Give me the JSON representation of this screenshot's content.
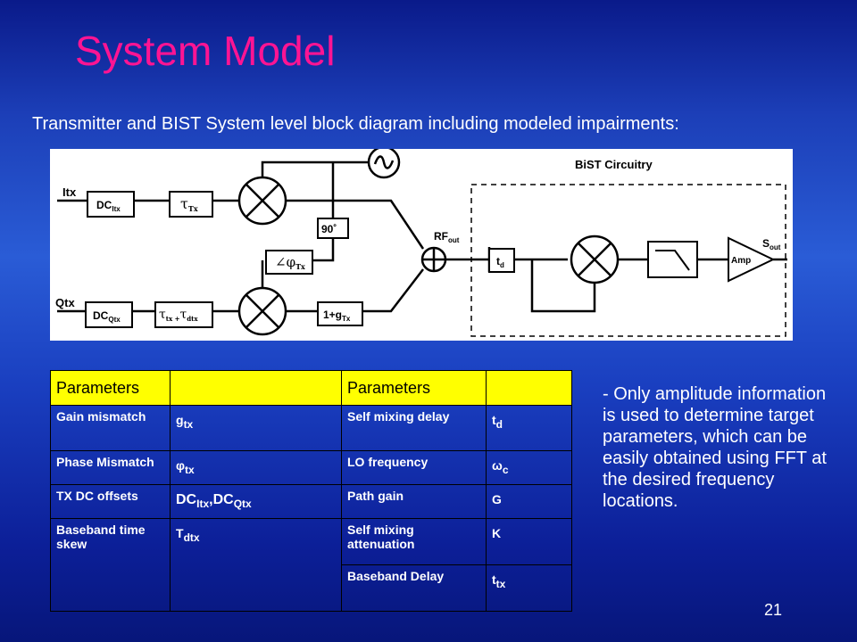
{
  "slide": {
    "title": "System Model",
    "subtitle": "Transmitter and BIST System level block diagram including modeled impairments:",
    "page_number": "21"
  },
  "diagram": {
    "bist_title": "BiST Circuitry",
    "itx": "Itx",
    "qtx": "Qtx",
    "dc_itx": "DC",
    "dc_itx_sub": "Itx",
    "dc_qtx": "DC",
    "dc_qtx_sub": "Qtx",
    "tau_tx": "τ",
    "tau_tx_sub": "Tx",
    "tau_q_a": "τ",
    "tau_q_a_sub": "tx +",
    "tau_q_b": "τ",
    "tau_q_b_sub": "dtx",
    "phase_90": "90˚",
    "phase_shift": "∠φ",
    "phase_shift_sub": "Tx",
    "gain": "1+g",
    "gain_sub": "Tx",
    "rf_out": "RF",
    "rf_out_sub": "out",
    "td": "t",
    "td_sub": "d",
    "amp": "Amp",
    "s_out": "S",
    "s_out_sub": "out"
  },
  "table": {
    "header_left": "Parameters",
    "header_right": "Parameters",
    "rows": [
      {
        "name": "Gain mismatch",
        "sym": "g",
        "sub": "tx",
        "name2": "Self mixing delay",
        "sym2": "t",
        "sub2": "d"
      },
      {
        "name": "Phase Mismatch",
        "sym": "φ",
        "sub": "tx",
        "name2": "LO frequency",
        "sym2": "ω",
        "sub2": "c"
      },
      {
        "name": "TX DC offsets",
        "sym": "DC",
        "sub": "Itx",
        "sym_b": ",DC",
        "sub_b": "Qtx",
        "name2": "Path gain",
        "sym2": "G"
      },
      {
        "name": "Baseband time skew",
        "sym": "T",
        "sub": "dtx",
        "name2": "Self mixing attenuation",
        "sym2": "K"
      },
      {
        "name2": "Baseband Delay",
        "sym2": "t",
        "sub2": "tx"
      }
    ]
  },
  "note": "- Only amplitude information is used to determine target parameters, which can be easily obtained using FFT at the desired frequency locations."
}
